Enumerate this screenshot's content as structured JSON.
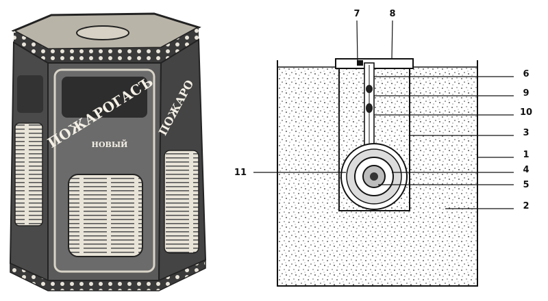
{
  "figure": {
    "photo": {
      "front_title": "ПОЖАРОГАСЪ",
      "front_subtitle": "НОВЫЙ",
      "side_title": "ПОЖАРО"
    },
    "diagram": {
      "callouts": [
        "1",
        "2",
        "3",
        "4",
        "5",
        "6",
        "7",
        "8",
        "9",
        "10",
        "11"
      ]
    }
  },
  "colors": {
    "ink": "#111111",
    "paper": "#ffffff",
    "sand": "#e6e6e6",
    "can_dark": "#2a2a2a",
    "can_mid": "#6a6a6a"
  }
}
